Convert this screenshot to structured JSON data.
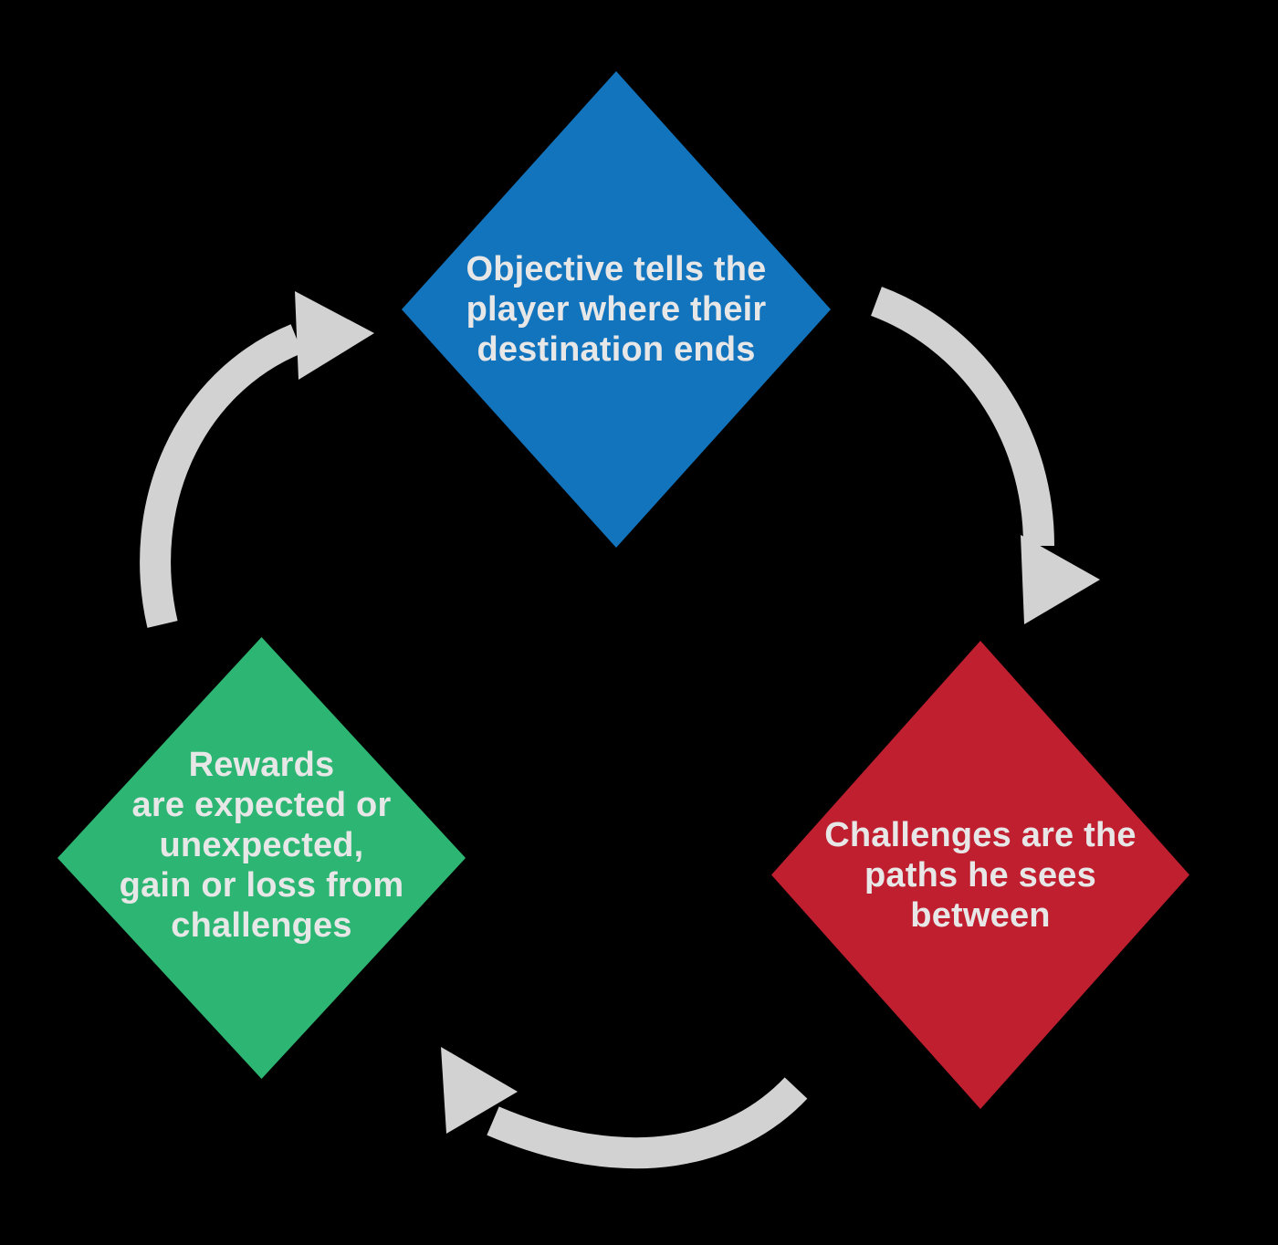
{
  "background_color": "#000000",
  "text_color": "#E7E7E7",
  "arrow_color": "#D2D2D2",
  "diagram": {
    "type": "cycle-diagram",
    "direction": "clockwise",
    "nodes": [
      {
        "id": "objective",
        "position": "top",
        "shape": "diamond",
        "color": "#1274BD",
        "label": "Objective tells the player where their destination ends",
        "lines": [
          "Objective tells the",
          "player where their",
          "destination ends"
        ]
      },
      {
        "id": "challenges",
        "position": "bottom-right",
        "shape": "diamond",
        "color": "#C01F30",
        "label": "Challenges are the paths he sees between",
        "lines": [
          "Challenges are the",
          "paths he sees",
          "between"
        ]
      },
      {
        "id": "rewards",
        "position": "bottom-left",
        "shape": "diamond",
        "color": "#2DB673",
        "label": "Rewards are expected or unexpected, gain or loss from challenges",
        "lines": [
          "Rewards",
          "are expected or",
          "unexpected,",
          "gain or loss from",
          "challenges"
        ]
      }
    ],
    "arrows": [
      {
        "id": "objective-to-challenges",
        "from": "objective",
        "to": "challenges",
        "color": "#D2D2D2"
      },
      {
        "id": "challenges-to-rewards",
        "from": "challenges",
        "to": "rewards",
        "color": "#D2D2D2"
      },
      {
        "id": "rewards-to-objective",
        "from": "rewards",
        "to": "objective",
        "color": "#D2D2D2"
      }
    ]
  }
}
